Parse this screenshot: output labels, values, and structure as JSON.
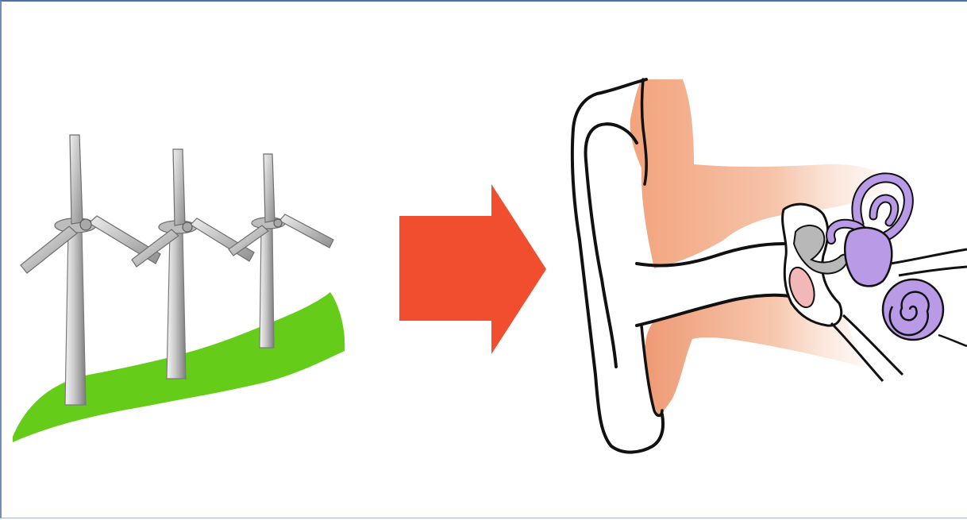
{
  "scene": {
    "left_panel": "wind-turbines",
    "connector": "arrow-right",
    "right_panel": "ear-anatomy"
  },
  "colors": {
    "border": "#4a74a8",
    "grass": "#66cc1a",
    "turbine_light": "#d6d6d6",
    "turbine_dark": "#8c8c8c",
    "arrow": "#f04e2f",
    "skin": "#f0a07c",
    "skin_light": "#f8d0bc",
    "cochlea": "#b99ae6",
    "eardrum": "#f2b8b8",
    "ossicle": "#b8b8b8",
    "outline": "#111111"
  }
}
